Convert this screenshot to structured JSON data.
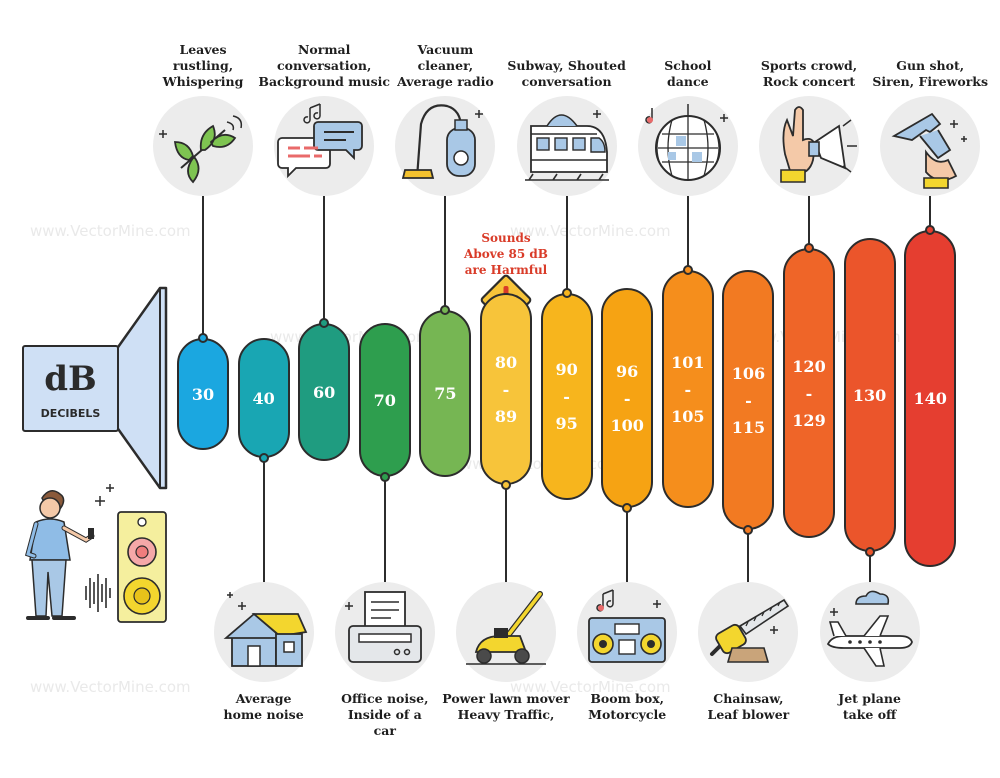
{
  "meter": {
    "title": "dB",
    "subtitle": "DECIBELS"
  },
  "warning": {
    "line1": "Sounds",
    "line2": "Above 85 dB",
    "line3": "are Harmful"
  },
  "watermark": "www.VectorMine.com",
  "colors": {
    "warning_text": "#d93b28",
    "speaker_fill": "#cfe0f5",
    "icon_circle": "#ececec",
    "outline": "#2c2c2c"
  },
  "levels": [
    {
      "line1": "30",
      "line2": "",
      "line3": "",
      "color": "#1ba7e0",
      "label_side": "top",
      "icon": "leaves-icon",
      "label": [
        "Leaves",
        "rustling,",
        "Whispering"
      ]
    },
    {
      "line1": "40",
      "line2": "",
      "line3": "",
      "color": "#19a6b3",
      "label_side": "bottom",
      "icon": "house-icon",
      "label": [
        "Average",
        "home noise"
      ]
    },
    {
      "line1": "60",
      "line2": "",
      "line3": "",
      "color": "#1f9c80",
      "label_side": "top",
      "icon": "conversation-icon",
      "label": [
        "Normal",
        "conversation,",
        "Background music"
      ]
    },
    {
      "line1": "70",
      "line2": "",
      "line3": "",
      "color": "#2e9e4e",
      "label_side": "bottom",
      "icon": "printer-icon",
      "label": [
        "Office noise,",
        "Inside of a",
        "car"
      ]
    },
    {
      "line1": "75",
      "line2": "",
      "line3": "",
      "color": "#76b653",
      "label_side": "top",
      "icon": "vacuum-cleaner-icon",
      "label": [
        "Vacuum",
        "cleaner,",
        "Average radio"
      ]
    },
    {
      "line1": "80",
      "line2": "-",
      "line3": "89",
      "color": "#f7c43a",
      "label_side": "bottom",
      "icon": "lawn-mower-icon",
      "label": [
        "Power lawn mover",
        "Heavy Traffic,"
      ]
    },
    {
      "line1": "90",
      "line2": "-",
      "line3": "95",
      "color": "#f7b51d",
      "label_side": "top",
      "icon": "train-icon",
      "label": [
        "Subway, Shouted",
        "conversation"
      ]
    },
    {
      "line1": "96",
      "line2": "-",
      "line3": "100",
      "color": "#f6a313",
      "label_side": "bottom",
      "icon": "boombox-icon",
      "label": [
        "Boom box,",
        "Motorcycle"
      ]
    },
    {
      "line1": "101",
      "line2": "-",
      "line3": "105",
      "color": "#f58e1c",
      "label_side": "top",
      "icon": "disco-ball-icon",
      "label": [
        "School",
        "dance"
      ]
    },
    {
      "line1": "106",
      "line2": "-",
      "line3": "115",
      "color": "#f27a22",
      "label_side": "bottom",
      "icon": "chainsaw-icon",
      "label": [
        "Chainsaw,",
        "Leaf blower"
      ]
    },
    {
      "line1": "120",
      "line2": "-",
      "line3": "129",
      "color": "#ef6528",
      "label_side": "top",
      "icon": "megaphone-hand-icon",
      "label": [
        "Sports crowd,",
        "Rock concert"
      ]
    },
    {
      "line1": "130",
      "line2": "",
      "line3": "",
      "color": "#eb552b",
      "label_side": "bottom",
      "icon": "airplane-icon",
      "label": [
        "Jet plane",
        "take off"
      ]
    },
    {
      "line1": "140",
      "line2": "",
      "line3": "",
      "color": "#e53e30",
      "label_side": "top",
      "icon": "gun-icon",
      "label": [
        "Gun shot,",
        "Siren, Fireworks"
      ]
    }
  ]
}
